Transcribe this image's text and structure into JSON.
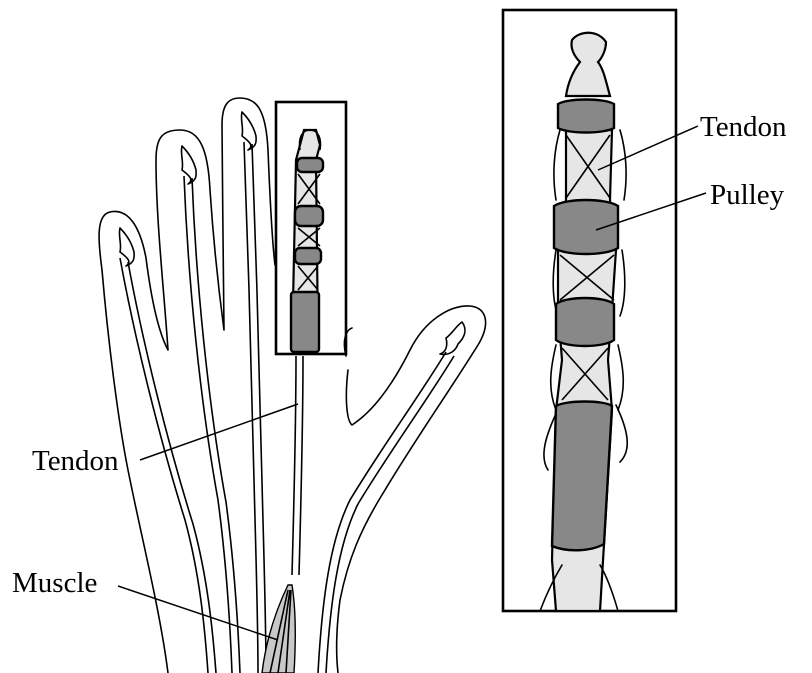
{
  "labels": {
    "tendon_hand": "Tendon",
    "muscle": "Muscle",
    "tendon_detail": "Tendon",
    "pulley": "Pulley"
  },
  "colors": {
    "pulley": "#888888",
    "tendon": "#e6e6e6",
    "outline": "#000000",
    "background": "#ffffff"
  }
}
